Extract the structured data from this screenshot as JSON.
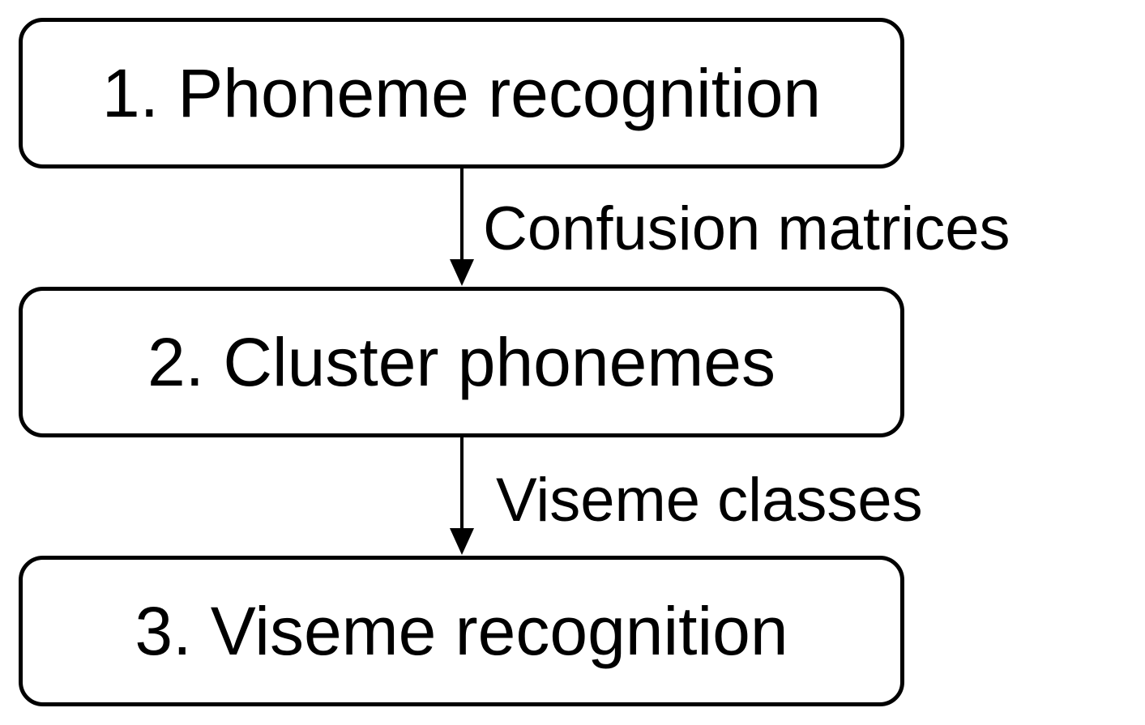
{
  "diagram": {
    "steps": [
      {
        "label": "1. Phoneme recognition"
      },
      {
        "label": "2. Cluster phonemes"
      },
      {
        "label": "3. Viseme recognition"
      }
    ],
    "edges": [
      {
        "label": "Confusion matrices"
      },
      {
        "label": "Viseme classes"
      }
    ],
    "colors": {
      "stroke": "#000000",
      "background": "#ffffff",
      "text": "#000000"
    }
  }
}
